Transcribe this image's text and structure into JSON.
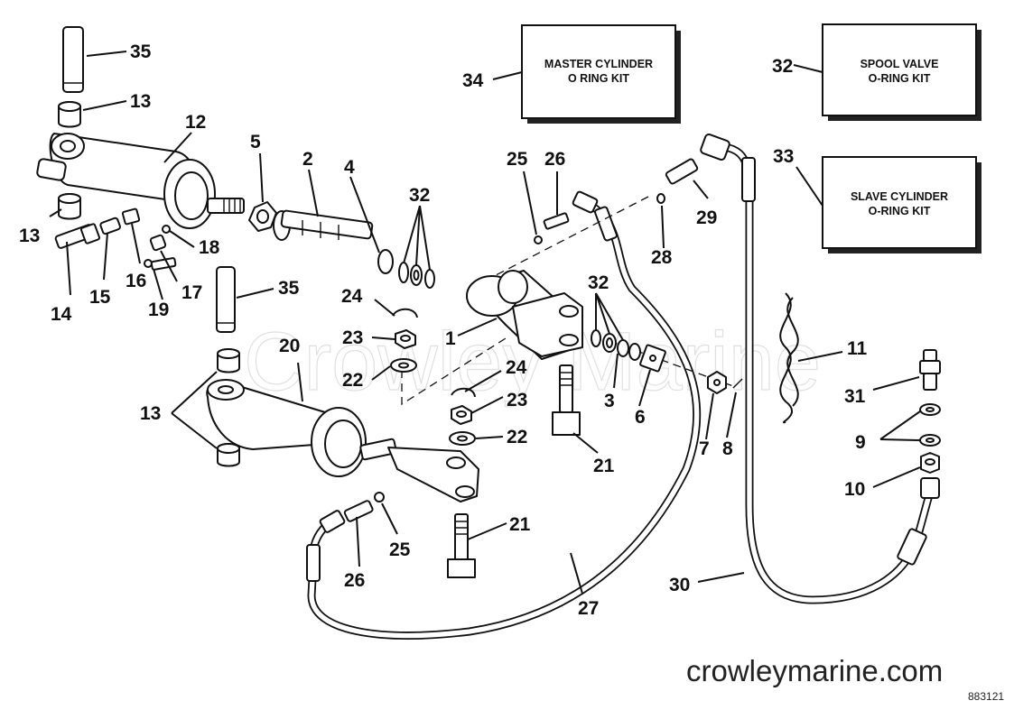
{
  "watermark": "Crowley Marine",
  "site_url": "crowleymarine.com",
  "drawing_number": "883121",
  "kits": {
    "master": {
      "ref": "34",
      "line1": "MASTER CYLINDER",
      "line2": "O RING KIT"
    },
    "spool": {
      "ref": "32",
      "line1": "SPOOL VALVE",
      "line2": "O-RING KIT"
    },
    "slave": {
      "ref": "33",
      "line1": "SLAVE CYLINDER",
      "line2": "O-RING KIT"
    }
  },
  "callouts": {
    "c35a": "35",
    "c13a": "13",
    "c12": "12",
    "c5": "5",
    "c2": "2",
    "c4": "4",
    "c32a": "32",
    "c25a": "25",
    "c26a": "26",
    "c29": "29",
    "c28": "28",
    "c13b": "13",
    "c14": "14",
    "c15": "15",
    "c16": "16",
    "c17": "17",
    "c18": "18",
    "c19": "19",
    "c35b": "35",
    "c24a": "24",
    "c23a": "23",
    "c22a": "22",
    "c1": "1",
    "c32b": "32",
    "c20": "20",
    "c13c": "13",
    "c24b": "24",
    "c23b": "23",
    "c22b": "22",
    "c3": "3",
    "c6": "6",
    "c7": "7",
    "c8": "8",
    "c21a": "21",
    "c21b": "21",
    "c11": "11",
    "c31": "31",
    "c9": "9",
    "c10": "10",
    "c25b": "25",
    "c26b": "26",
    "c27": "27",
    "c30": "30"
  }
}
